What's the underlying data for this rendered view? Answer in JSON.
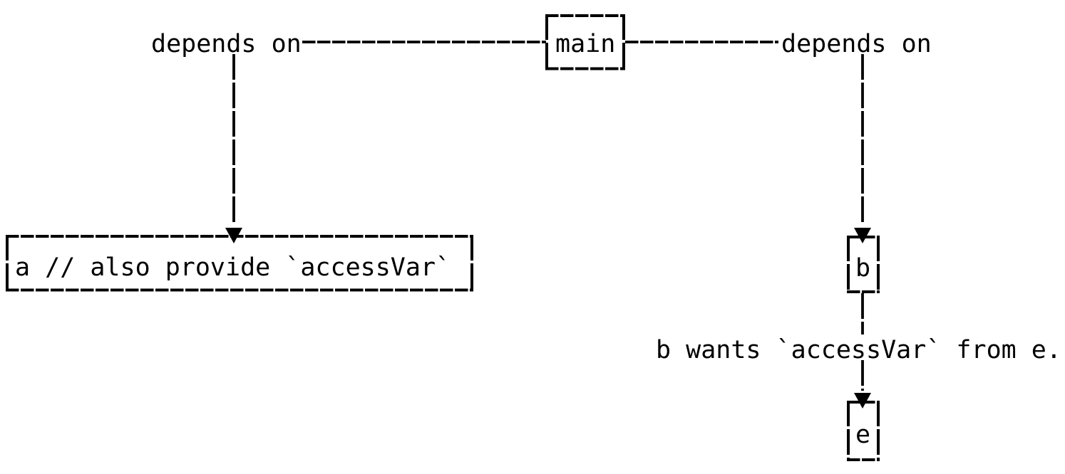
{
  "diagram": {
    "background": "#ffffff",
    "line_color": "#000000",
    "nodes": [
      {
        "id": "main",
        "label": "main"
      },
      {
        "id": "a",
        "label": "a // also provide `accessVar`"
      },
      {
        "id": "b",
        "label": "b"
      },
      {
        "id": "e",
        "label": "e"
      }
    ],
    "edge_labels": {
      "main_a": "depends on",
      "main_b": "depends on",
      "b_e": "b wants `accessVar` from e."
    }
  }
}
